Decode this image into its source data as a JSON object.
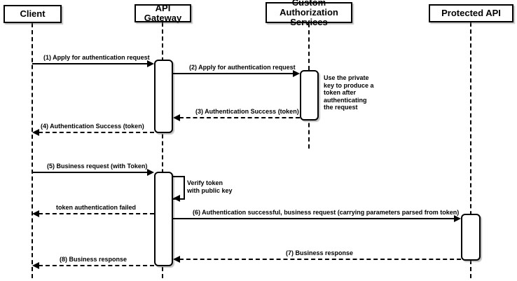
{
  "colors": {
    "stroke": "#000000",
    "fill": "#ffffff",
    "text": "#000000",
    "background": "#ffffff"
  },
  "actors": [
    {
      "id": "client",
      "label": "Client"
    },
    {
      "id": "gateway",
      "label": "API Gateway"
    },
    {
      "id": "custom_auth",
      "label": "Custom Authorization\nServices"
    },
    {
      "id": "protected_api",
      "label": "Protected API"
    }
  ],
  "messages": [
    {
      "label": "(1) Apply for authentication request",
      "from": "client",
      "to": "gateway",
      "line": "solid"
    },
    {
      "label": "(2) Apply for authentication request",
      "from": "gateway",
      "to": "custom_auth",
      "line": "solid"
    },
    {
      "label": "(3) Authentication Success (token)",
      "from": "custom_auth",
      "to": "gateway",
      "line": "dashed"
    },
    {
      "label": "(4) Authentication Success (token)",
      "from": "gateway",
      "to": "client",
      "line": "dashed"
    },
    {
      "label": "(5) Business request (with Token)",
      "from": "client",
      "to": "gateway",
      "line": "solid"
    },
    {
      "label": "token authentication failed",
      "from": "gateway",
      "to": "client",
      "line": "dashed"
    },
    {
      "label": "(6) Authentication successful, business request (carrying parameters parsed from token)",
      "from": "gateway",
      "to": "protected_api",
      "line": "solid"
    },
    {
      "label": "(7) Business response",
      "from": "protected_api",
      "to": "gateway",
      "line": "dashed"
    },
    {
      "label": "(8) Business response",
      "from": "gateway",
      "to": "client",
      "line": "dashed"
    }
  ],
  "self_message": {
    "actor": "gateway",
    "label": "Verify token\nwith public key"
  },
  "note": {
    "actor": "custom_auth",
    "label": "Use the private\nkey to produce a\ntoken after\nauthenticating\nthe request"
  }
}
